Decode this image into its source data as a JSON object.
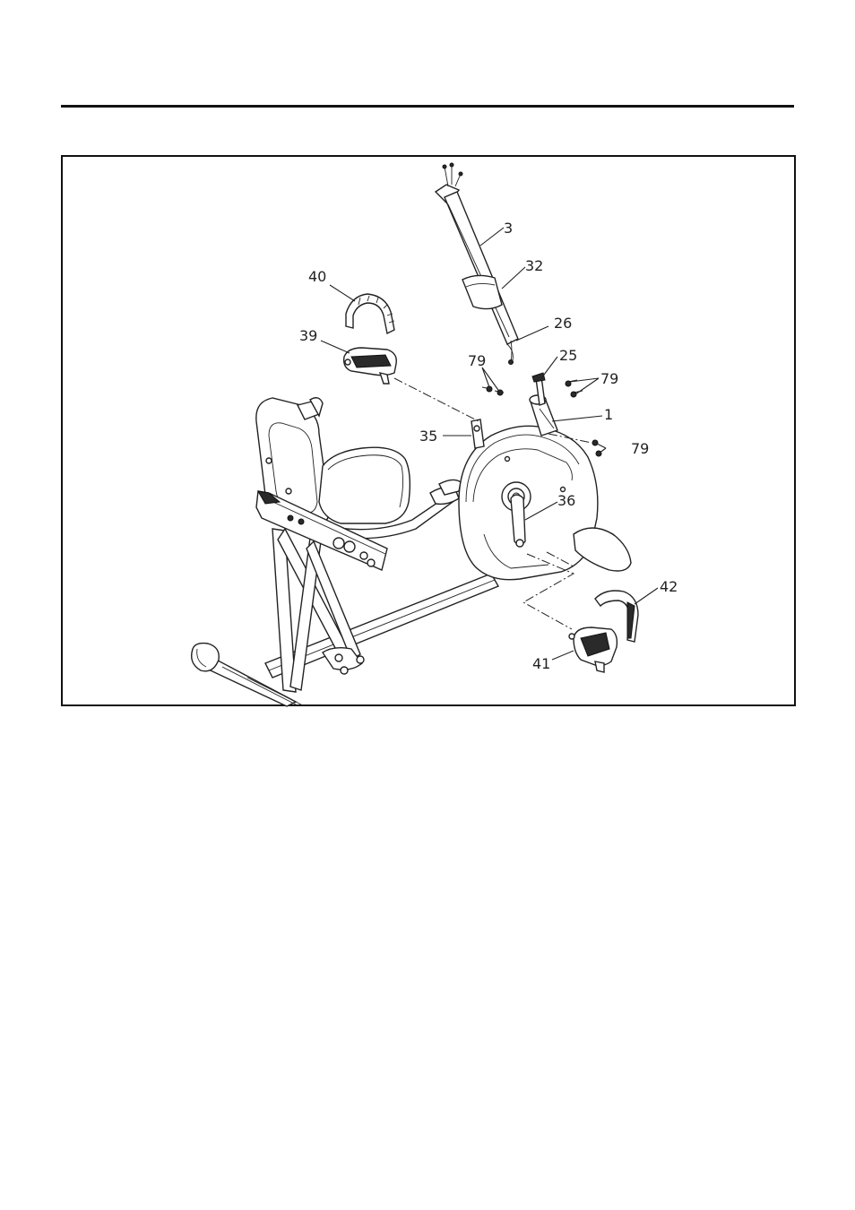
{
  "callouts": {
    "p3": "3",
    "p32": "32",
    "p26": "26",
    "p25": "25",
    "p79a": "79",
    "p79b": "79",
    "p79c": "79",
    "p1": "1",
    "p35": "35",
    "p36": "36",
    "p40": "40",
    "p39": "39",
    "p42": "42",
    "p41": "41"
  }
}
